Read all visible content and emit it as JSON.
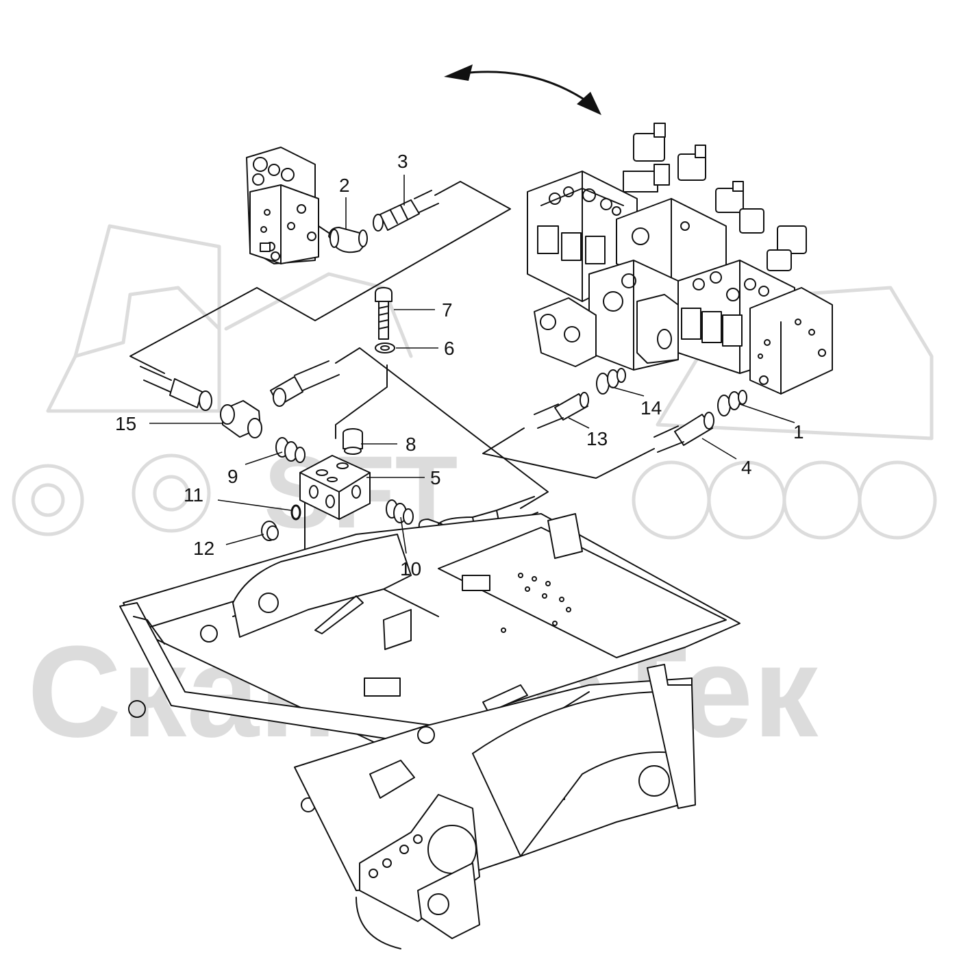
{
  "watermark": {
    "logo_text": "SFT",
    "brand_text": "СканФорТек",
    "color": "#dcdcdc"
  },
  "callouts": [
    {
      "id": "1",
      "text": "1"
    },
    {
      "id": "2",
      "text": "2"
    },
    {
      "id": "3",
      "text": "3"
    },
    {
      "id": "4",
      "text": "4"
    },
    {
      "id": "5",
      "text": "5"
    },
    {
      "id": "6",
      "text": "6"
    },
    {
      "id": "7",
      "text": "7"
    },
    {
      "id": "8",
      "text": "8"
    },
    {
      "id": "9",
      "text": "9"
    },
    {
      "id": "10",
      "text": "10"
    },
    {
      "id": "11",
      "text": "11"
    },
    {
      "id": "12",
      "text": "12"
    },
    {
      "id": "13",
      "text": "13"
    },
    {
      "id": "14",
      "text": "14"
    },
    {
      "id": "15",
      "text": "15"
    }
  ],
  "icons": {
    "rotation_arrow": "curved-double-arrow-icon"
  },
  "colors": {
    "line": "#111111",
    "background": "#ffffff"
  }
}
